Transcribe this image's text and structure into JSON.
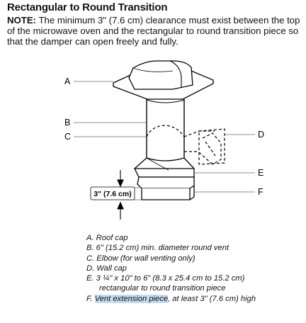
{
  "header": {
    "title": "Rectangular to Round Transition",
    "note_label": "NOTE:",
    "note_text": " The minimum 3\" (7.6 cm) clearance must exist between the top of the microwave oven and the rectangular to round transition piece so that the damper can open freely and fully."
  },
  "figure": {
    "callouts": {
      "a": "A",
      "b": "B",
      "c": "C",
      "d": "D",
      "e": "E",
      "f": "F"
    },
    "dimension_label": "3\" (7.6 cm)"
  },
  "legend": {
    "a": "A. Roof cap",
    "b": "B. 6\" (15.2 cm) min. diameter round vent",
    "c": "C. Elbow (for wall venting only)",
    "d": "D. Wall cap",
    "e_line1": "E. 3 ¼\" x 10\" to 6\" (8.3 x 25.4 cm to 15.2 cm)",
    "e_line2": "rectangular to round transition piece",
    "f_prefix": "F. ",
    "f_highlight": "Vent extension piece",
    "f_suffix": ", at least 3\" (7.6 cm) high"
  }
}
